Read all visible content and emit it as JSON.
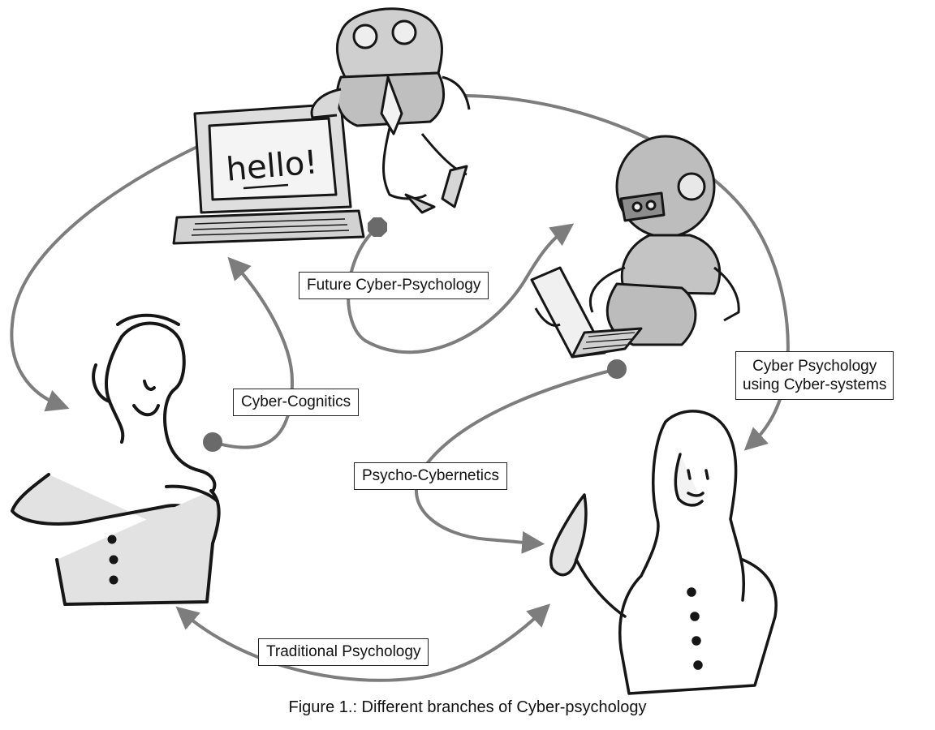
{
  "labels": {
    "future": "Future Cyber-Psychology",
    "cognitics": "Cyber-Cognitics",
    "cyber_line1": "Cyber Psychology",
    "cyber_line2": "using Cyber-systems",
    "psycho": "Psycho-Cybernetics",
    "traditional": "Traditional Psychology"
  },
  "screen_text": "hello!",
  "caption": "Figure 1.: Different branches of Cyber-psychology",
  "colors": {
    "arrow": "#7d7d7d",
    "ink": "#161616",
    "fill": "#d6d6d6",
    "box_border": "#222222"
  },
  "icons": [
    "computer-icon",
    "robot-icon",
    "man-figure-icon",
    "woman-figure-icon"
  ]
}
